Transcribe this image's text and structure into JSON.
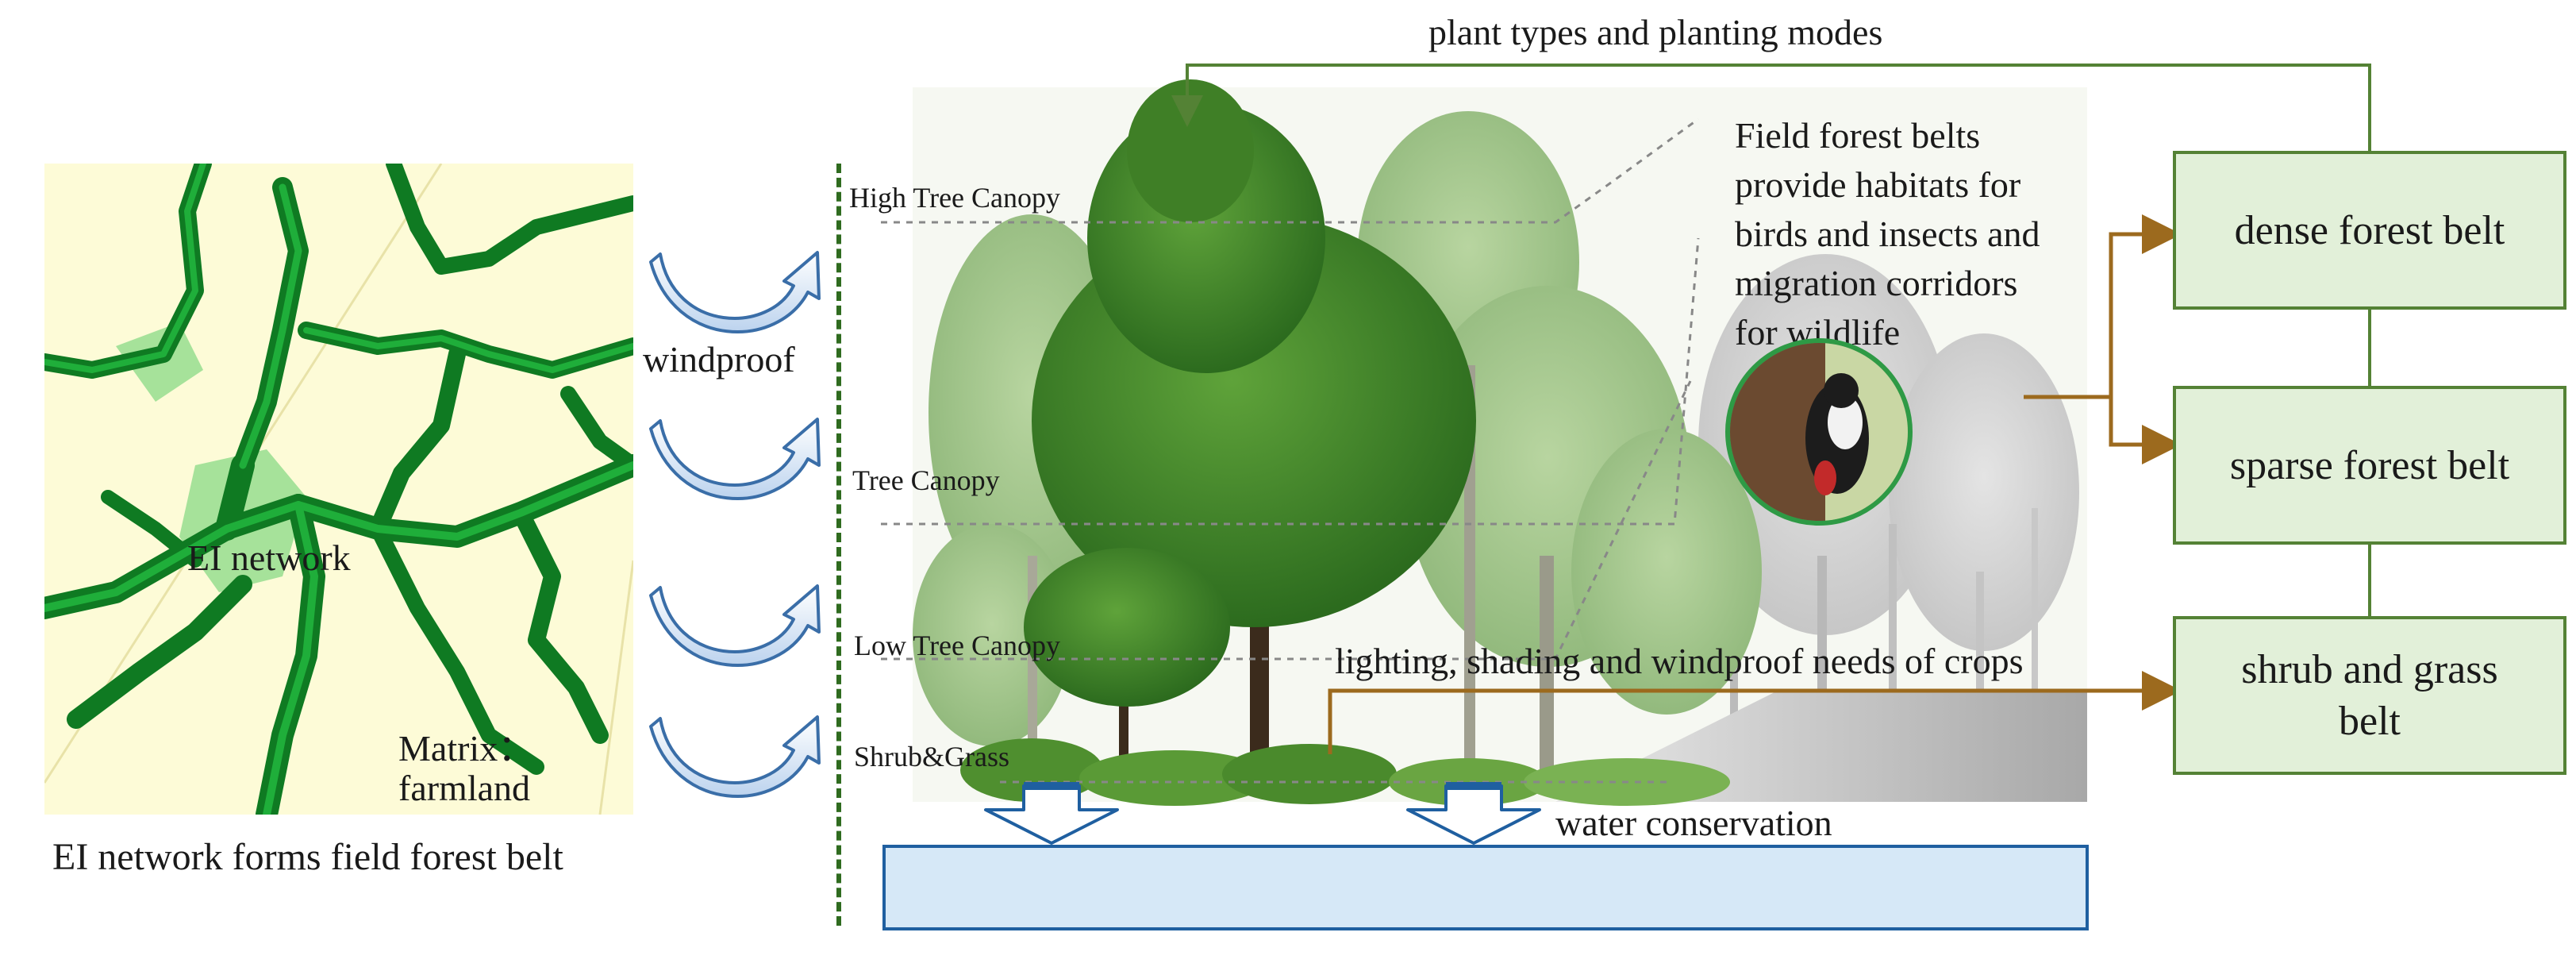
{
  "top_label": "plant types and planting modes",
  "map": {
    "network_label": "EI network",
    "matrix_label_line1": "Matrix：",
    "matrix_label_line2": "farmland",
    "caption": "EI network forms field forest belt"
  },
  "windproof_label": "windproof",
  "layers": {
    "high": "High Tree Canopy",
    "tree": "Tree Canopy",
    "low": "Low Tree Canopy",
    "shrub": "Shrub&Grass"
  },
  "habitat_text": [
    "Field forest belts",
    "provide habitats for",
    "birds and insects and",
    "migration corridors",
    "for wildlife"
  ],
  "crops_label": "lighting, shading and windproof needs of crops",
  "water_label": "water conservation",
  "belts": {
    "dense": "dense forest belt",
    "sparse": "sparse forest belt",
    "shrub_line1": "shrub and grass",
    "shrub_line2": "belt"
  },
  "colors": {
    "green_border": "#548235",
    "box_fill": "#e2f0d9",
    "brown_arrow": "#9c6a1e",
    "water_border": "#1f5fa0",
    "water_fill": "#d6e8f7",
    "network_dark": "#0f7a22",
    "network_light": "#a6e29a",
    "map_bg": "#fdfbd7"
  }
}
